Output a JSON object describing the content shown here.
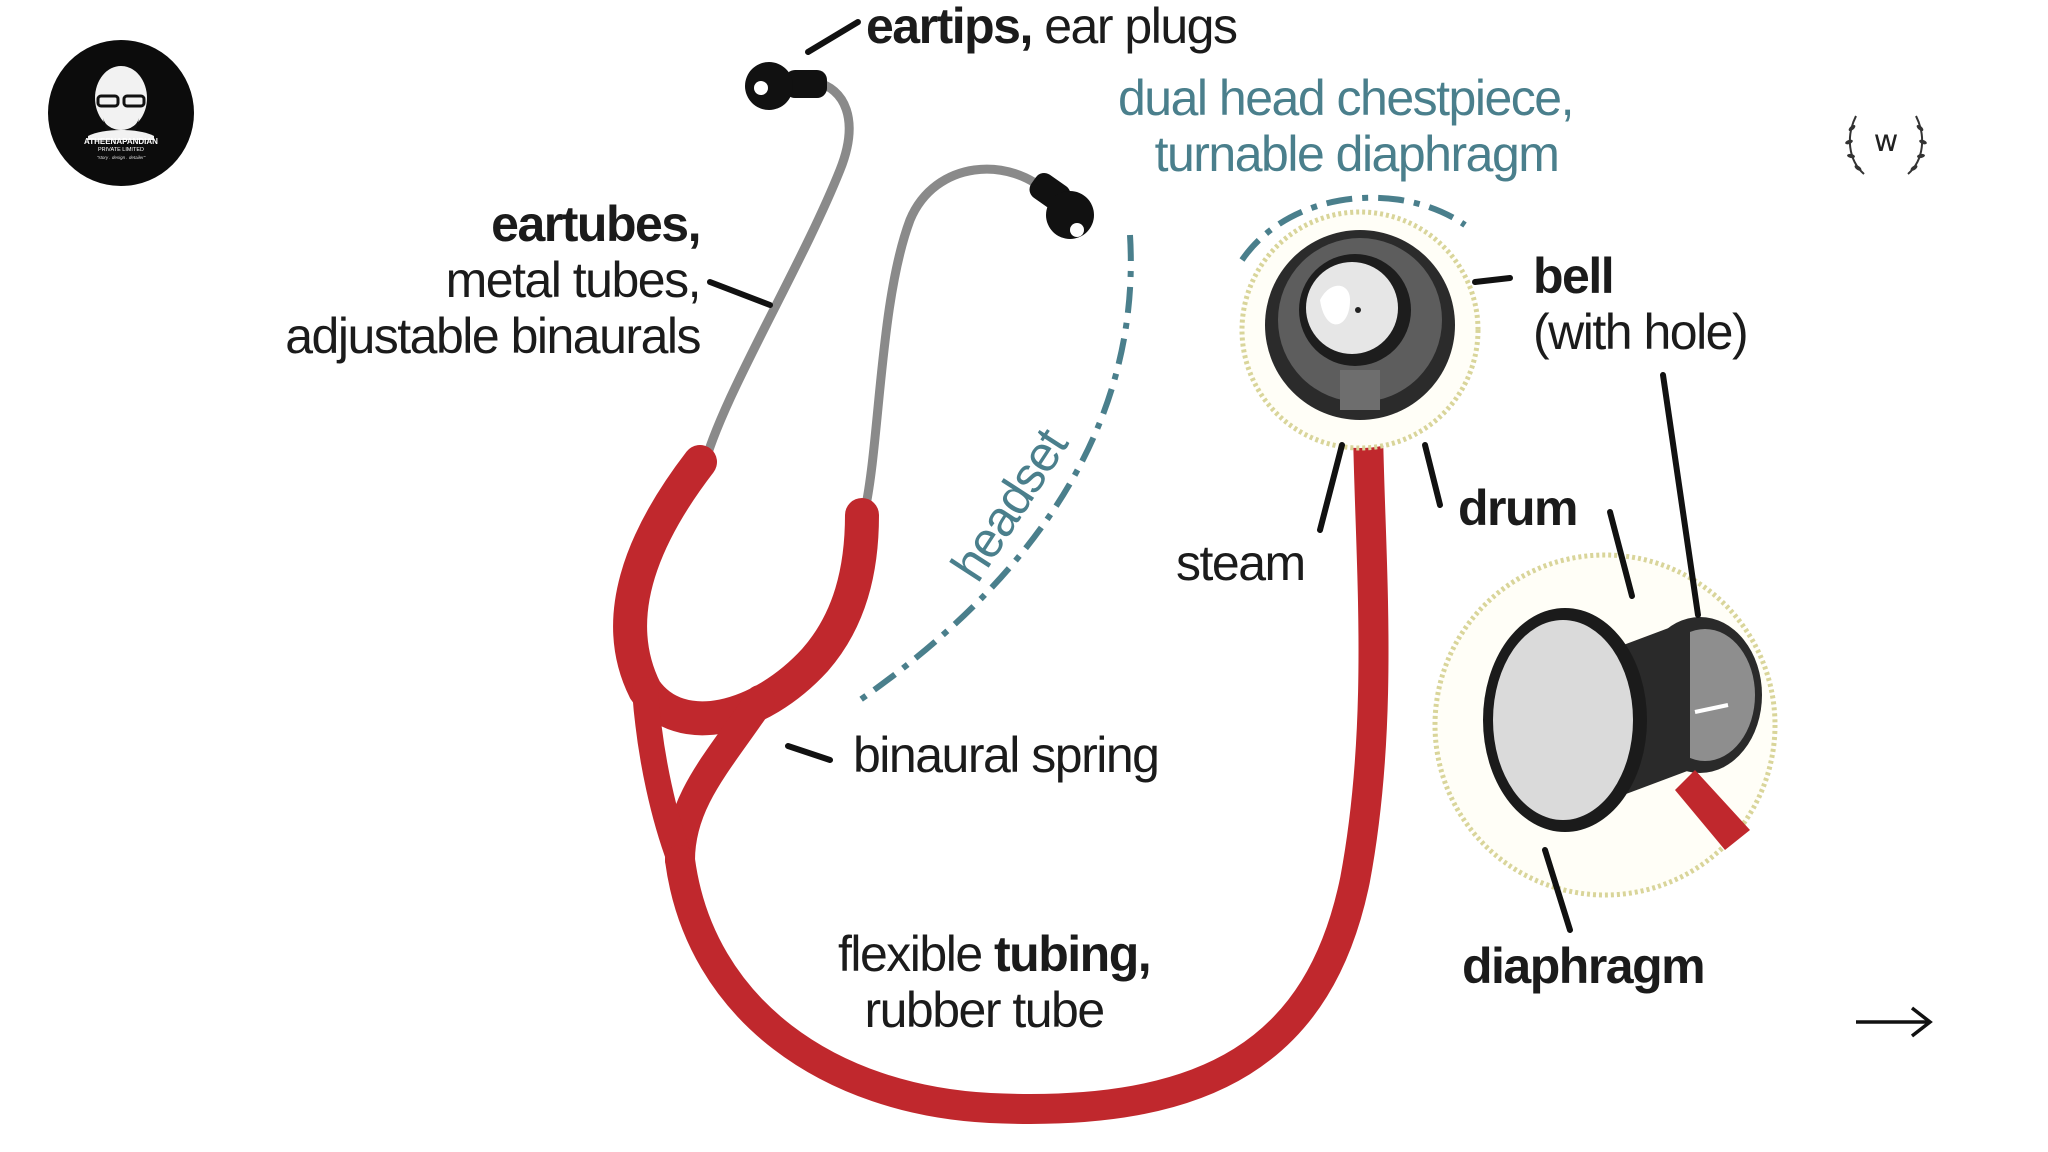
{
  "brand": {
    "logo_name": "ATHEENAPANDIAN",
    "logo_sub": "PRIVATE LIMITED",
    "logo_tagline": "\"story . design . detailer\"",
    "badge_letter": "w"
  },
  "labels": {
    "eartips": {
      "bold": "eartips,",
      "rest": " ear plugs"
    },
    "chestpiece": {
      "line1": "dual head chestpiece,",
      "line2": "turnable diaphragm"
    },
    "eartubes": {
      "line1": "eartubes,",
      "line2": "metal tubes,",
      "line3": "adjustable binaurals"
    },
    "bell": {
      "line1": "bell",
      "line2": "(with hole)"
    },
    "drum": "drum",
    "steam": "steam",
    "headset": "headset",
    "binaural_spring": "binaural spring",
    "tubing": {
      "plain": "flexible ",
      "bold": "tubing,",
      "line2": "rubber tube"
    },
    "diaphragm": "diaphragm"
  },
  "nav": {
    "next_icon": "arrow-right-icon"
  },
  "colors": {
    "tubing_red": "#c0282d",
    "metal_gray": "#8a8a8a",
    "teal": "#4a7f8c",
    "ink": "#1b1b1b"
  }
}
